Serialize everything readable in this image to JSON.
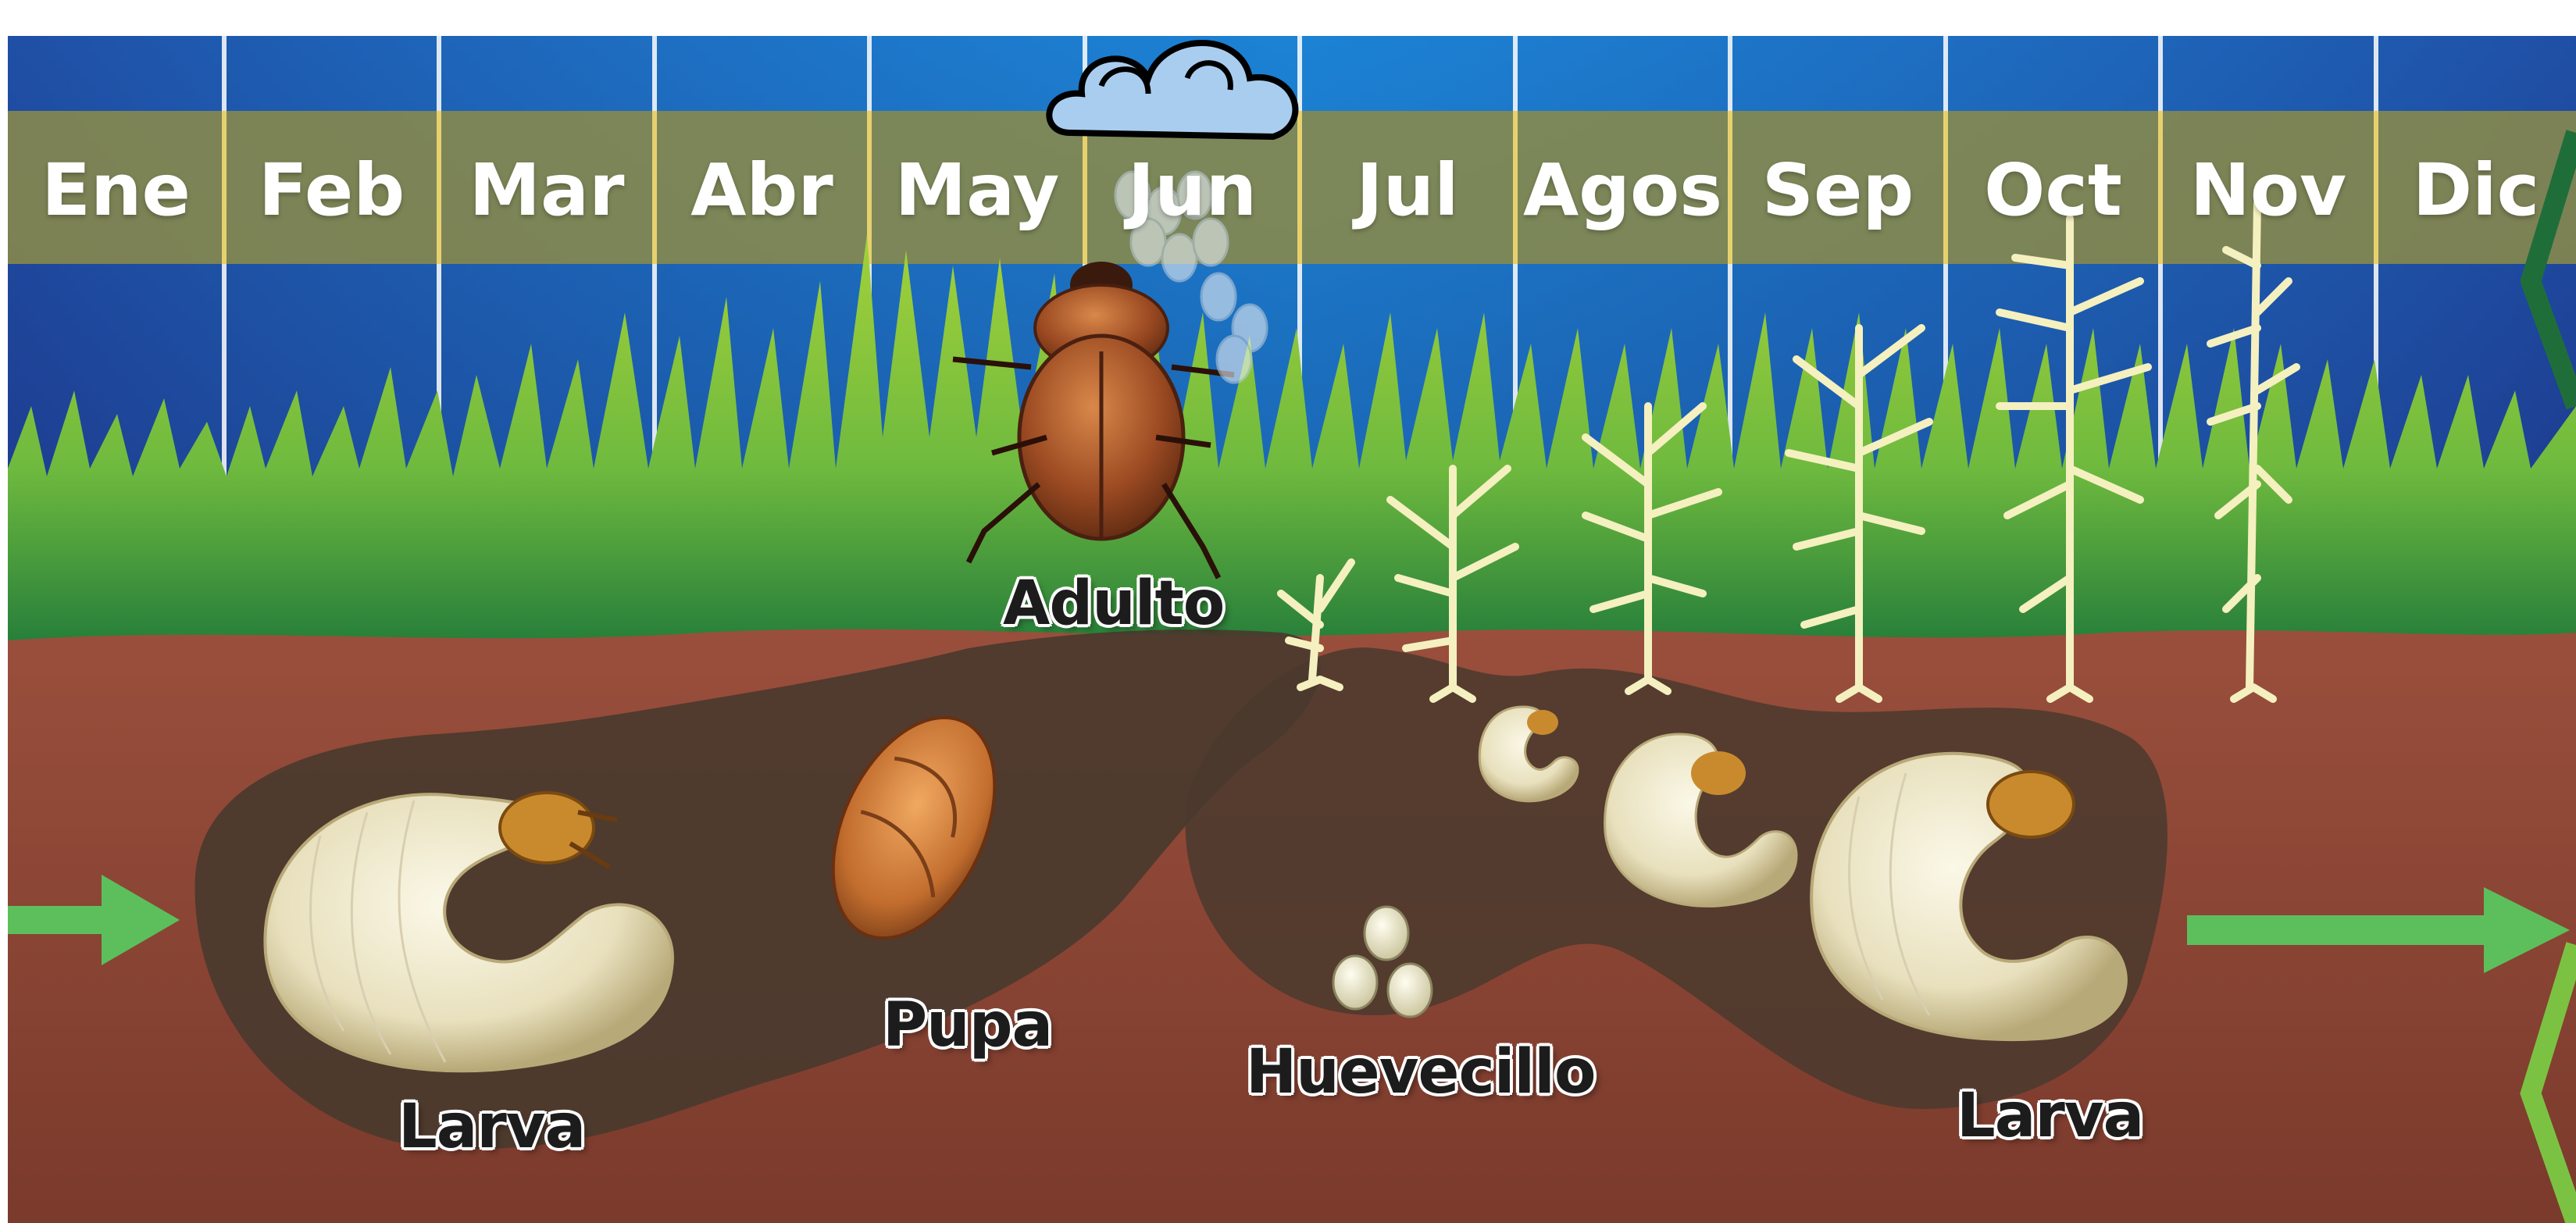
{
  "diagram": {
    "months": [
      {
        "label": "Ene"
      },
      {
        "label": "Feb"
      },
      {
        "label": "Mar"
      },
      {
        "label": "Abr"
      },
      {
        "label": "May"
      },
      {
        "label": "Jun"
      },
      {
        "label": "Jul"
      },
      {
        "label": "Agos"
      },
      {
        "label": "Sep"
      },
      {
        "label": "Oct"
      },
      {
        "label": "Nov"
      },
      {
        "label": "Dic"
      }
    ],
    "stages": {
      "adult": "Adulto",
      "pupa": "Pupa",
      "egg": "Huevecillo",
      "larva_start": "Larva",
      "larva_end": "Larva"
    },
    "colors": {
      "sky_dark": "#1f3a8f",
      "sky_light": "#1e88d8",
      "month_band": "#8a8a4a",
      "grass": "#7cc242",
      "grass_dark": "#2e8b3e",
      "soil": "#8b4a3a",
      "burrow": "#4a3a2e",
      "arrow": "#5cbf5c",
      "corn": "#f5f0c0",
      "larva": "#f2ecd0",
      "beetle": "#9b4a22"
    }
  }
}
